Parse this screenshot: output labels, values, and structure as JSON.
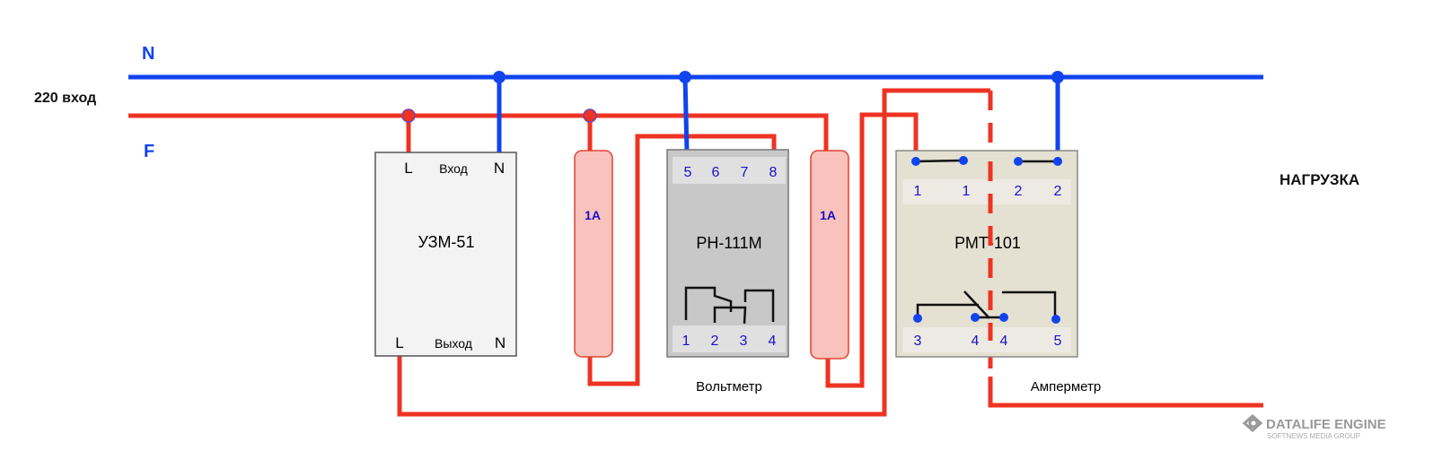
{
  "labels": {
    "neutral": "N",
    "phase": "F",
    "input": "220 вход",
    "load": "НАГРУЗКА"
  },
  "uzm": {
    "name": "УЗМ-51",
    "top_left": "L",
    "top_mid": "Вход",
    "top_right": "N",
    "bottom_left": "L",
    "bottom_mid": "Выход",
    "bottom_right": "N"
  },
  "fuses": [
    {
      "rating": "1A"
    },
    {
      "rating": "1A"
    }
  ],
  "voltmeter": {
    "name": "РН-111М",
    "caption": "Вольтметр",
    "top_terminals": [
      "5",
      "6",
      "7",
      "8"
    ],
    "bottom_terminals": [
      "1",
      "2",
      "3",
      "4"
    ]
  },
  "ammeter": {
    "name": "РМТ-101",
    "caption": "Амперметр",
    "top_terminals": [
      "1",
      "1",
      "2",
      "2"
    ],
    "bottom_terminals": [
      "3",
      "4",
      "4",
      "5"
    ]
  },
  "watermark": {
    "title": "DATALIFE ENGINE",
    "subtitle": "SOFTNEWS MEDIA GROUP"
  },
  "colors": {
    "phase": "#ee3322",
    "neutral": "#1144ee",
    "terminal_text": "#1a10c8"
  }
}
